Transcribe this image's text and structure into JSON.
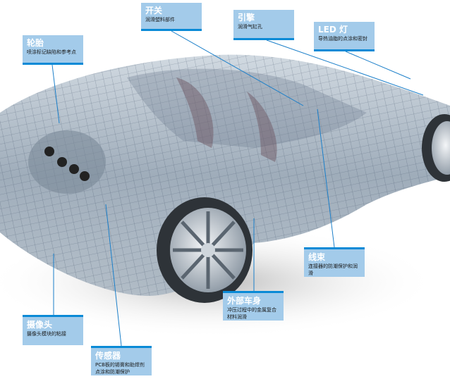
{
  "callouts": {
    "switch": {
      "title": "开关",
      "desc": "润滑塑料部件"
    },
    "engine": {
      "title": "引擎",
      "desc": "润滑气缸孔"
    },
    "led": {
      "title": "LED 灯",
      "desc": "导热油脂的点涂和密封"
    },
    "tire": {
      "title": "轮胎",
      "desc": "喷涂标记缺陷和参考点"
    },
    "harness": {
      "title": "线束",
      "desc": "连接器的防潮保护和润滑"
    },
    "body": {
      "title": "外部车身",
      "desc": "冲压过程中的金属复合材料润滑"
    },
    "camera": {
      "title": "摄像头",
      "desc": "摄像头模块的粘接"
    },
    "sensor": {
      "title": "传感器",
      "desc": "PCB板的锡膏和助焊剂点涂和防潮保护"
    }
  },
  "colors": {
    "box": "#a3cbea",
    "accent": "#0a8ad6"
  }
}
